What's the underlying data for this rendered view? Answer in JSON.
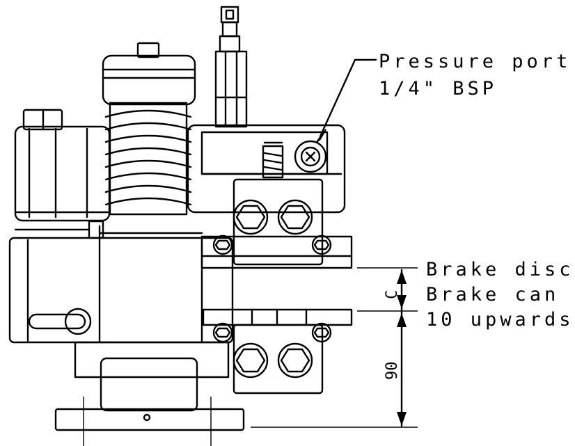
{
  "labels": {
    "pressure_port": "Pressure port",
    "bsp": "1/4\" BSP",
    "brake_disc": "Brake disc",
    "brake_can": "Brake can",
    "upwards": "10 upwards"
  },
  "dimensions": {
    "c": "C",
    "ninety": "90"
  }
}
